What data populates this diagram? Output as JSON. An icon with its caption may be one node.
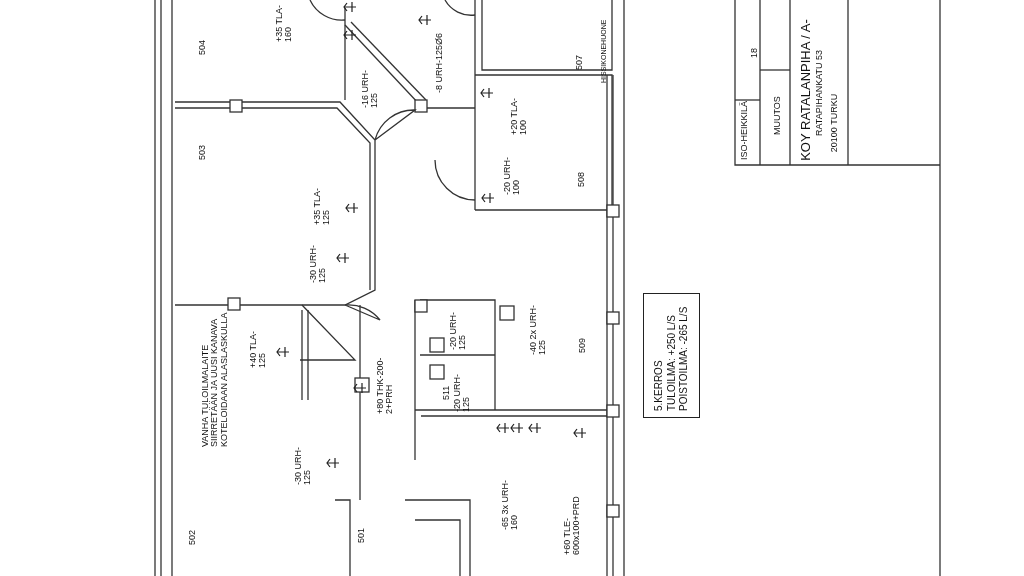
{
  "diagram": {
    "nodes": [
      {
        "text": [
          "5.KERROS",
          "TULOILMA: +250 L/S",
          "POISTOILMA: -265 L/S"
        ]
      }
    ],
    "edges": [],
    "labels": [
      "504",
      "+35 TLA-160",
      "-16 URH-125",
      "-8 URH-125Ø6",
      "HISSIKONEHUONE",
      "507",
      "+20 TLA-100",
      "-20 URH-100",
      "508",
      "503",
      "+35 TLA-125",
      "-30 URH-125",
      "VANHA TULOILMALAITE SIIRRETÄÄN JA UUSI KANAVA KOTELOIDAAN ALASLASKULLA",
      "+40 TLA-125",
      "+80 THK-200-2+PRH",
      "-30 URH-125",
      "502",
      "501",
      "-20 URH-125",
      "511",
      "-20 URH-125",
      "-40 2x URH-125",
      "509",
      "-65 3x URH-160",
      "+60 TLE-600x100+PRD",
      "ISO-HEIKKILÄ",
      "18",
      "MUUTOS",
      "KOY RATALANPIHA / A-",
      "RATAPIHANKATU 53",
      "20100 TURKU"
    ]
  }
}
